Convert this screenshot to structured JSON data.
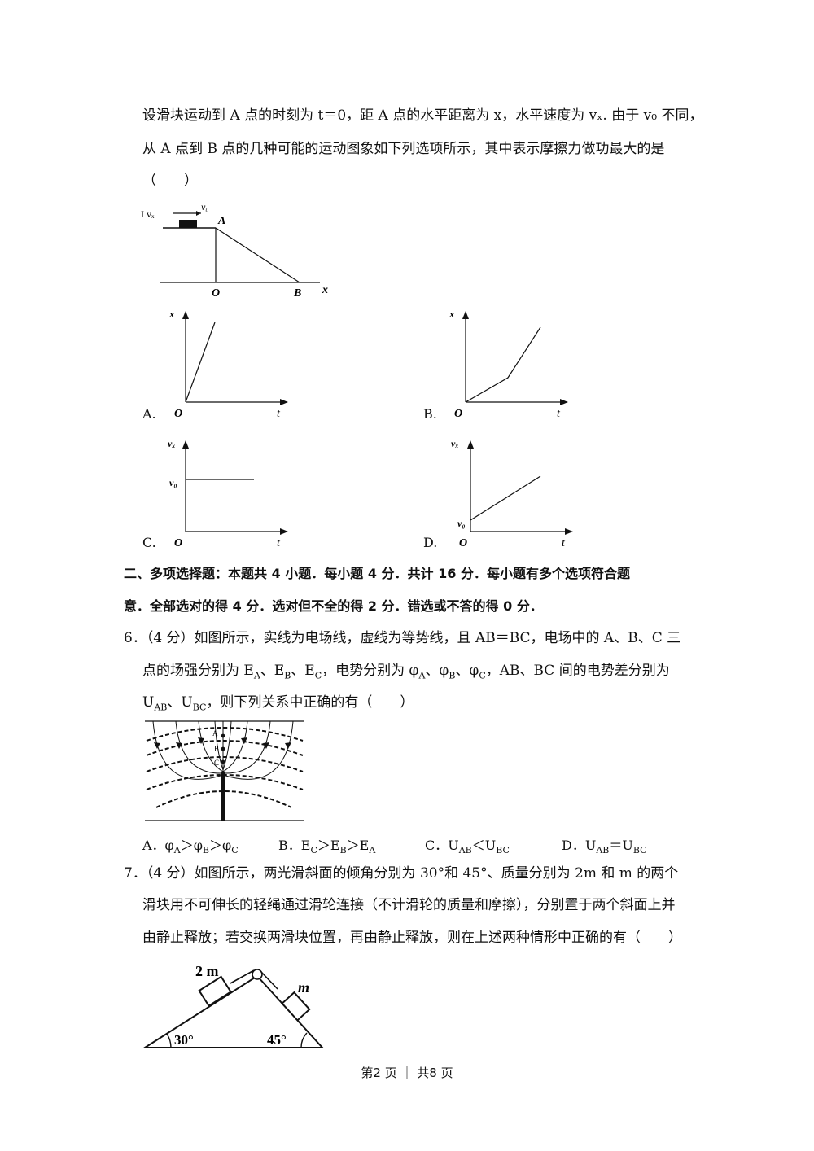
{
  "q5": {
    "line1": "设滑块运动到 A 点的时刻为 t＝0，距 A 点的水平距离为 x，水平速度为 vₓ. 由于 v₀ 不同，",
    "line2": "从 A 点到 B 点的几种可能的运动图象如下列选项所示，其中表示摩擦力做功最大的是",
    "line3": "（　　）",
    "figure": {
      "labels": {
        "vx": "I vₓ",
        "v0": "v₀",
        "A": "A",
        "O": "O",
        "B": "B",
        "x": "x"
      }
    },
    "options": [
      {
        "letter": "A.",
        "ylabel": "x",
        "origin": "O",
        "xlabel": "t"
      },
      {
        "letter": "B.",
        "ylabel": "x",
        "origin": "O",
        "xlabel": "t"
      },
      {
        "letter": "C.",
        "ylabel": "vₓ",
        "origin": "O",
        "xlabel": "t",
        "level": "v₀"
      },
      {
        "letter": "D.",
        "ylabel": "vₓ",
        "origin": "O",
        "xlabel": "t",
        "level": "v₀"
      }
    ]
  },
  "section2": {
    "line1": "二、多项选择题：本题共 4 小题．每小题 4 分．共计 16 分．每小题有多个选项符合题",
    "line2": "意．全部选对的得 4 分．选对但不全的得 2 分．错选或不答的得 0 分．"
  },
  "q6": {
    "line1": "6．（4 分）如图所示，实线为电场线，虚线为等势线，且 AB＝BC，电场中的 A、B、C 三",
    "line2": "点的场强分别为 E_A、E_B、E_C，电势分别为 φ_A、φ_B、φ_C，AB、BC 间的电势差分别为",
    "line3": "U_AB、U_BC，则下列关系中正确的有（　　）",
    "figure": {
      "labels": {
        "A": "A",
        "B": "B",
        "C": "C"
      }
    },
    "options": {
      "a": "A．φ_A＞φ_B＞φ_C",
      "b": "B．E_C＞E_B＞E_A",
      "c": "C．U_AB＜U_BC",
      "d": "D．U_AB＝U_BC"
    }
  },
  "q7": {
    "line1": "7．（4 分）如图所示，两光滑斜面的倾角分别为 30°和 45°、质量分别为 2m 和 m 的两个",
    "line2": "滑块用不可伸长的轻绳通过滑轮连接（不计滑轮的质量和摩擦），分别置于两个斜面上并",
    "line3": "由静止释放；若交换两滑块位置，再由静止释放，则在上述两种情形中正确的有（　　）",
    "figure": {
      "labels": {
        "m2": "2 m",
        "m": "m",
        "a30": "30°",
        "a45": "45°"
      }
    }
  },
  "footer": "第2 页 ｜ 共8 页"
}
